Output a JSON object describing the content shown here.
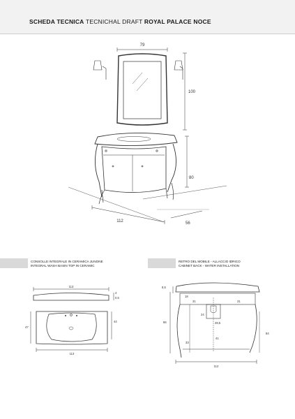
{
  "header": {
    "bold_label": "SCHEDA TECNICA",
    "regular_label": "TECNICHAL DRAFT",
    "product_name": "ROYAL PALACE NOCE"
  },
  "main_drawing": {
    "mirror_width": "79",
    "mirror_height": "100",
    "cabinet_height": "80",
    "cabinet_width": "112",
    "cabinet_depth": "56"
  },
  "left_panel": {
    "caption_it": "CONSOLLE INTEGRALE IN CERAMICA JUNONE",
    "caption_en": "INTEGRAL WASH BASIN TOP IN CERAMIC",
    "top_width": "113",
    "top_thickness": "4",
    "top_side": "0,5",
    "plan_depth": "47",
    "basin_depth": "44",
    "plan_width": "113"
  },
  "right_panel": {
    "caption_it": "RETRO DEL MOBILE - ALLACCIO IDRICO",
    "caption_en": "CABINET BACK - WATER INSTALLATION",
    "top_offset": "8,5",
    "backsplash": "18",
    "drawer_left": "31",
    "drawer_right": "31",
    "height_total": "86",
    "inner_24": "24",
    "inner_28": "28,5",
    "center": "41",
    "leg_height": "33",
    "right_height": "84",
    "overall_width": "112"
  }
}
